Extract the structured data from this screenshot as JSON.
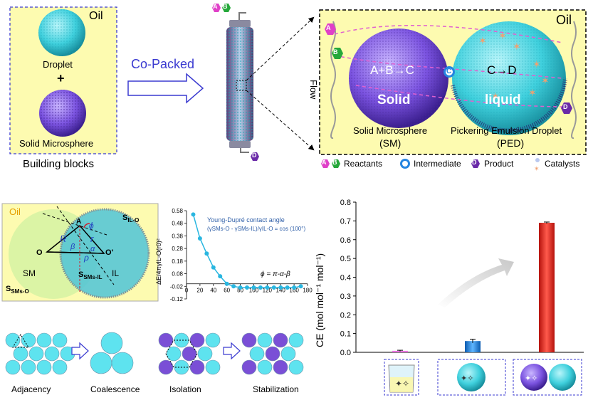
{
  "building_blocks": {
    "oil": "Oil",
    "droplet": "Droplet",
    "plus": "+",
    "solid_microsphere": "Solid Microsphere",
    "caption": "Building blocks"
  },
  "co_packed": "Co-Packed",
  "badges": {
    "a": "A",
    "b": "B",
    "c": "C",
    "d": "D"
  },
  "zoom": {
    "oil": "Oil",
    "flow": "Flow",
    "reaction_solid": "A+B→C",
    "solid": "Solid",
    "reaction_liquid": "C→D",
    "liquid": "liquid",
    "sm_label": "Solid Microsphere",
    "sm_abbr": "(SM)",
    "ped_label": "Pickering Emulsion Droplet",
    "ped_abbr": "(PED)"
  },
  "legend": {
    "reactants": "Reactants",
    "intermediate": "Intermediate",
    "product": "Product",
    "catalysts": "Catalysts"
  },
  "geometry_panel": {
    "oil": "Oil",
    "s_il_o": "IL-O",
    "s_sms_o": "SMs-O",
    "s_sms_il": "SMs-IL",
    "sm": "SM",
    "il": "IL",
    "letters": {
      "R": "R",
      "r": "r",
      "O": "O",
      "O_prime": "O'",
      "A": "A",
      "rho": "ρ",
      "alpha": "α",
      "beta": "β",
      "phi": "ϕ"
    }
  },
  "energy_chart": {
    "y_axis_label": "ΔE/4πγIL-O(r0)²",
    "annotation_title": "Young-Dupré contact angle",
    "annotation_formula": "(γSMs-O - γSMs-IL)/γIL-O = cos (100°)",
    "phi_formula": "ϕ = π-α-β",
    "x_ticks": [
      "0",
      "20",
      "40",
      "60",
      "80",
      "100",
      "120",
      "140",
      "160",
      "180"
    ],
    "y_ticks": [
      "0.58",
      "0.48",
      "0.38",
      "0.28",
      "0.18",
      "0.08",
      "-0.02",
      "-0.12"
    ]
  },
  "packing": {
    "adjacency": "Adjacency",
    "coalescence": "Coalescence",
    "isolation": "Isolation",
    "stabilization": "Stabilization"
  },
  "chart_data": {
    "type": "bar",
    "ylabel": "CE (mol mol⁻¹ mol⁻¹)",
    "ylim": [
      0,
      0.8
    ],
    "y_ticks": [
      "0.0",
      "0.1",
      "0.2",
      "0.3",
      "0.4",
      "0.5",
      "0.6",
      "0.7",
      "0.8"
    ],
    "values": [
      0.008,
      0.06,
      0.69
    ],
    "errors": [
      0.003,
      0.01,
      0.004
    ],
    "colors": [
      "#e872e0",
      "#1f7fd6",
      "#e8211a"
    ]
  },
  "energy_curve": {
    "x": [
      10,
      20,
      30,
      40,
      50,
      60,
      70,
      80,
      90,
      100,
      110,
      120,
      130,
      140,
      150,
      160,
      170
    ],
    "y": [
      0.55,
      0.36,
      0.24,
      0.13,
      0.06,
      0.0,
      -0.02,
      -0.03,
      -0.03,
      -0.03,
      -0.03,
      -0.03,
      -0.03,
      -0.03,
      -0.03,
      -0.03,
      -0.02
    ]
  }
}
